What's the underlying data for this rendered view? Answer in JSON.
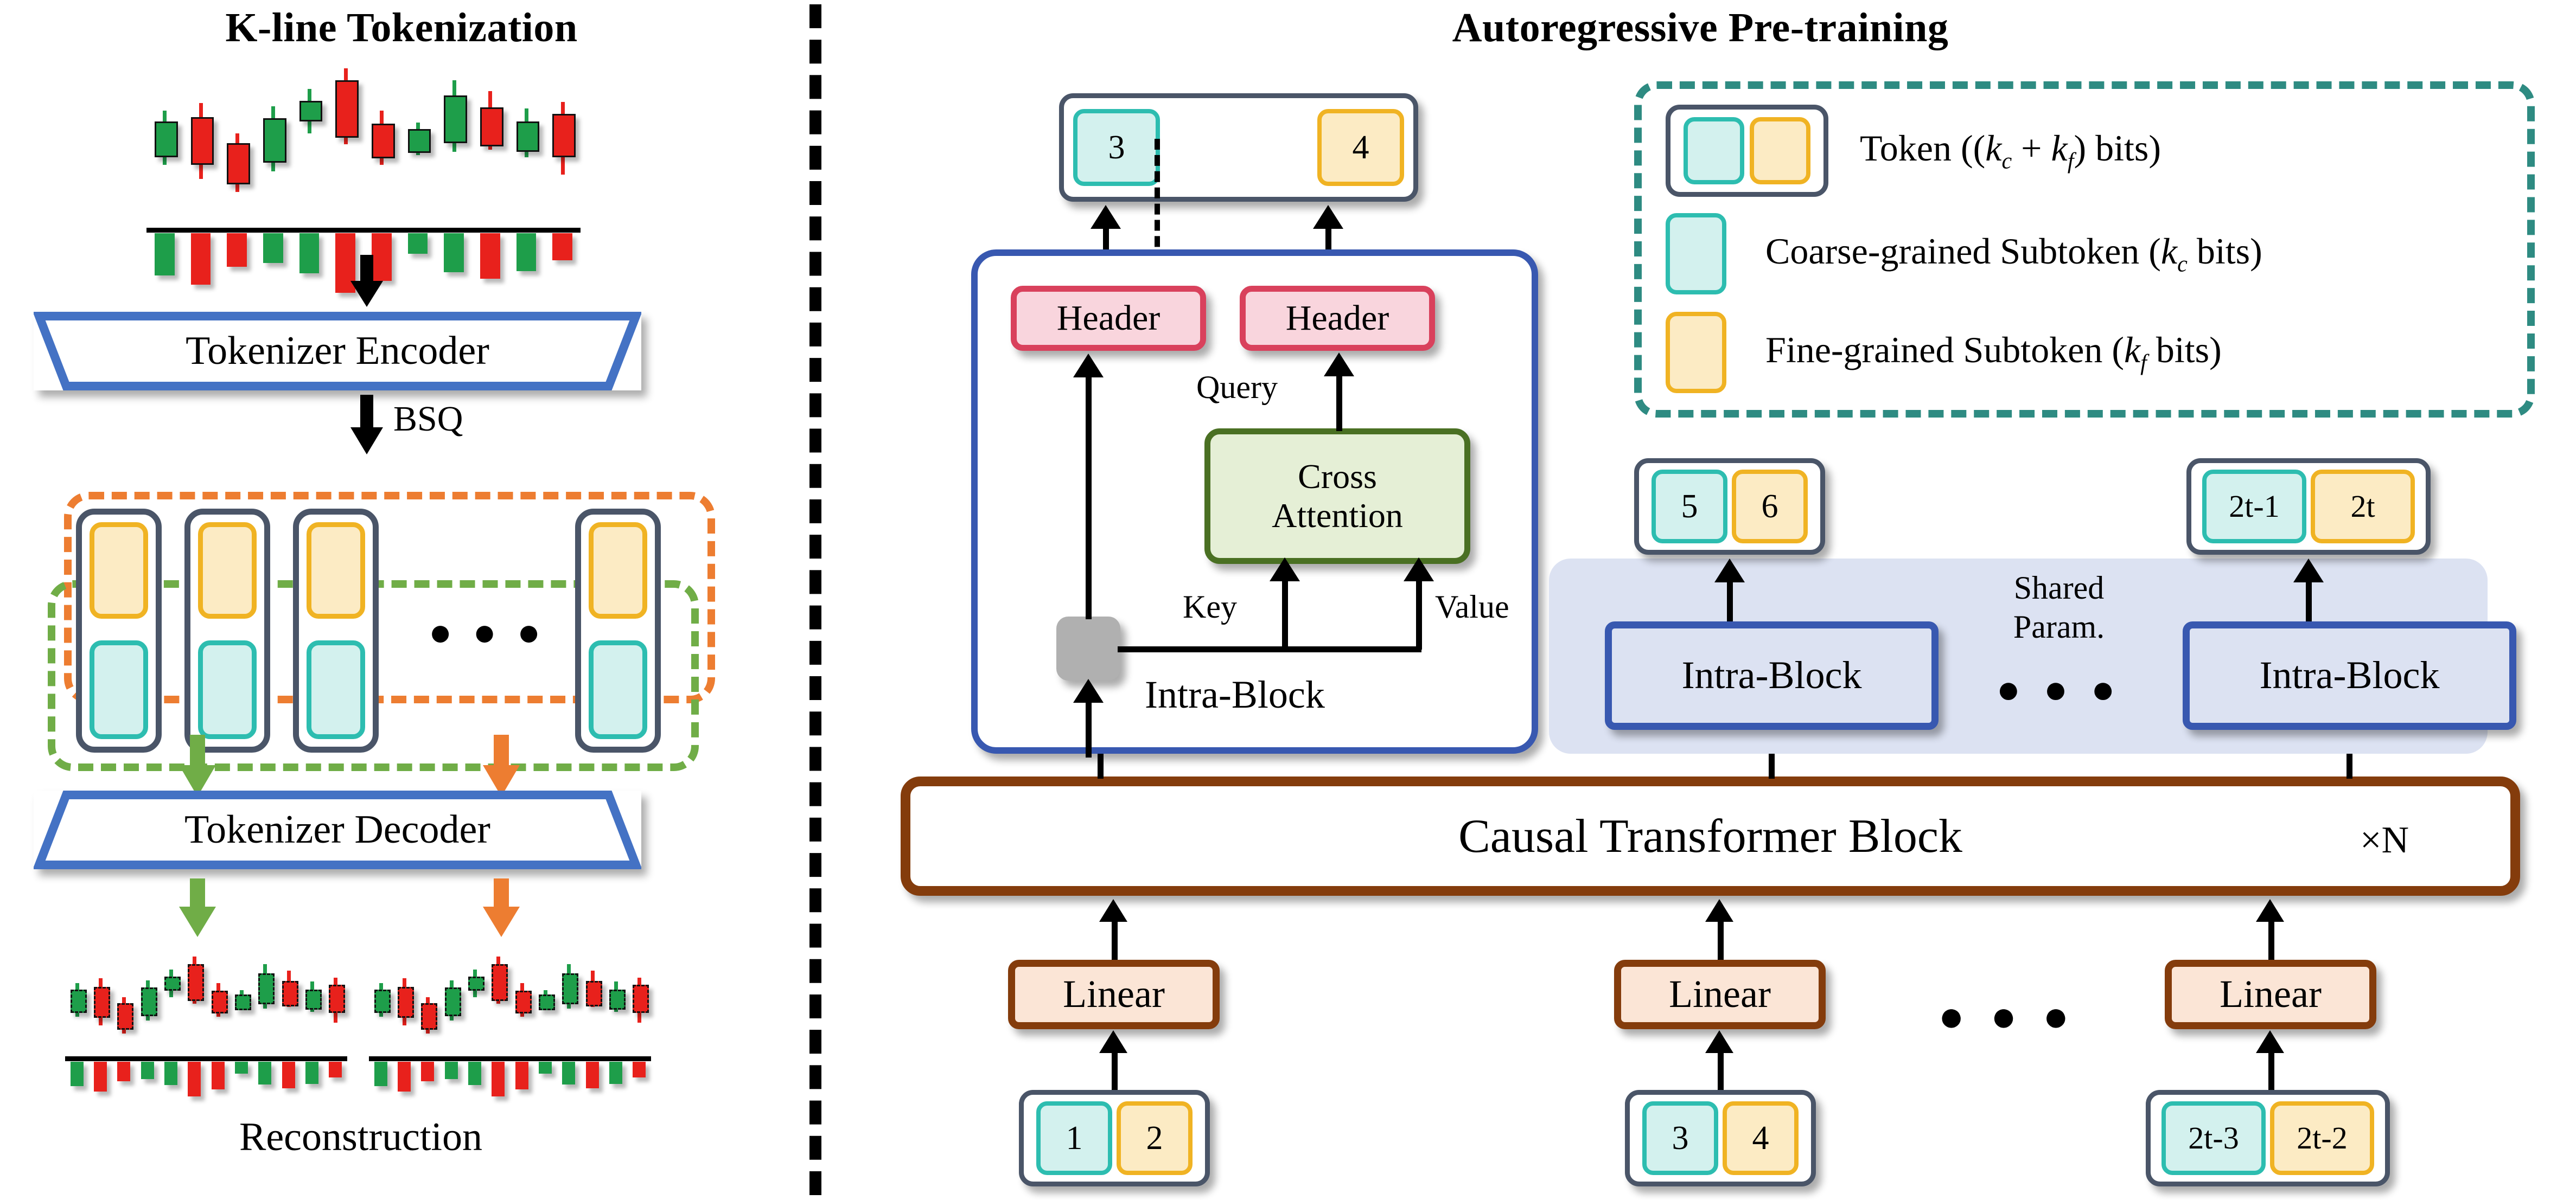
{
  "panels": {
    "left": {
      "title": "K-line Tokenization"
    },
    "right": {
      "title": "Autoregressive Pre-training"
    }
  },
  "left_panel": {
    "encoder_label": "Tokenizer Encoder",
    "decoder_label": "Tokenizer Decoder",
    "quantizer_label": "BSQ",
    "reconstruction_label": "Reconstruction",
    "ellipsis": "● ● ●",
    "token_count_shown": 4,
    "colors": {
      "coarse_fill": "#d3f1ee",
      "coarse_border": "#2dbdb0",
      "fine_fill": "#fcebc4",
      "fine_border": "#f0b323",
      "token_border": "#4a5568",
      "fine_group_dash": "#ed7d31",
      "coarse_group_dash": "#70ad47",
      "trapezoid_border": "#4472c4"
    }
  },
  "right_panel": {
    "output_token": {
      "coarse": "3",
      "fine": "4"
    },
    "intra_block_detail": {
      "header_left": "Header",
      "header_right": "Header",
      "cross_attention": "Cross\nAttention",
      "query_label": "Query",
      "key_label": "Key",
      "value_label": "Value",
      "block_label": "Intra-Block"
    },
    "shared": {
      "shared_label_line1": "Shared",
      "shared_label_line2": "Param.",
      "ellipsis": "● ● ●",
      "intra_block_label": "Intra-Block",
      "out_tokens": [
        {
          "coarse": "5",
          "fine": "6"
        },
        {
          "coarse": "2t-1",
          "fine": "2t"
        }
      ]
    },
    "transformer": {
      "label": "Causal Transformer Block",
      "repeat": "×N"
    },
    "linear_label": "Linear",
    "bottom_ellipsis": "● ● ●",
    "input_tokens": [
      {
        "coarse": "1",
        "fine": "2"
      },
      {
        "coarse": "3",
        "fine": "4"
      },
      {
        "coarse": "2t-3",
        "fine": "2t-2"
      }
    ],
    "legend": {
      "items": [
        {
          "swatch": "token",
          "text": "Token ((k_c + k_f) bits)",
          "html": "Token ((<i>k</i><sub><i>c</i></sub> + <i>k</i><sub><i>f</i></sub>) bits)"
        },
        {
          "swatch": "coarse",
          "text": "Coarse-grained Subtoken (k_c bits)",
          "html": "Coarse-grained Subtoken (<i>k</i><sub><i>c</i></sub> bits)"
        },
        {
          "swatch": "fine",
          "text": "Fine-grained Subtoken (k_f bits)",
          "html": "Fine-grained Subtoken (<i>k</i><sub><i>f</i></sub> bits)"
        }
      ],
      "border_color": "#2e8b82"
    },
    "colors": {
      "header_fill": "#f9d5dd",
      "header_border": "#d9415c",
      "cross_fill": "#e5efd6",
      "cross_border": "#4a7023",
      "intra_fill": "#dce2f2",
      "intra_border": "#3858b0",
      "linear_fill": "#fbe5d6",
      "linear_border": "#843c0c",
      "transformer_border": "#843c0c",
      "grey_node": "#b0b0b0"
    }
  }
}
